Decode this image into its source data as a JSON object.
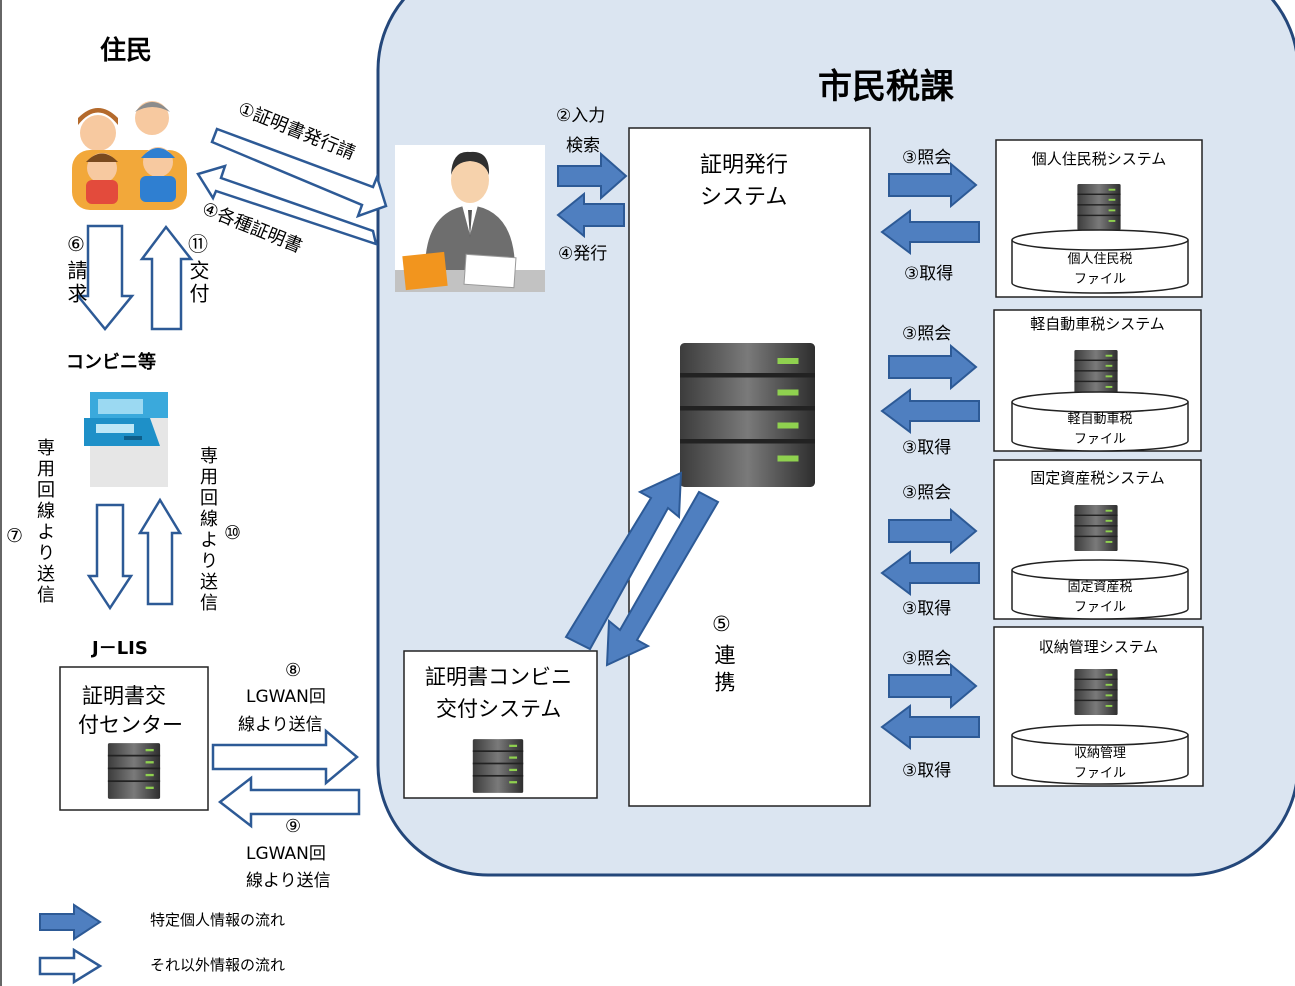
{
  "resident": {
    "title": "住民"
  },
  "office": {
    "title": "市民税課"
  },
  "steps": {
    "s1": "①証明書発行請",
    "s4a": "④各種証明書",
    "s2a": "②入力",
    "s2b": "検索",
    "s4b": "④発行",
    "s6num": "⑥",
    "s6text": "請求",
    "s11num": "⑪",
    "s11text": "交付",
    "s7num": "⑦",
    "s7text": "専用回線より送信",
    "s10num": "⑩",
    "s10text": "専用回線より送信",
    "s5num": "⑤",
    "s5text": "連携",
    "s8num": "⑧",
    "s8a": "LGWAN回",
    "s8b": "線より送信",
    "s9num": "⑨",
    "s9a": "LGWAN回",
    "s9b": "線より送信"
  },
  "conbini": {
    "label": "コンビニ等"
  },
  "jlis": {
    "label": "J－LIS",
    "center_line1": "証明書交",
    "center_line2": "付センター"
  },
  "issue_system": {
    "line1": "証明発行",
    "line2": "システム"
  },
  "conbini_system": {
    "line1": "証明書コンビニ",
    "line2": "交付システム"
  },
  "query_label": "③照会",
  "get_label": "③取得",
  "systems": [
    {
      "name": "個人住民税システム",
      "file1": "個人住民税",
      "file2": "ファイル"
    },
    {
      "name": "軽自動車税システム",
      "file1": "軽自動車税",
      "file2": "ファイル"
    },
    {
      "name": "固定資産税システム",
      "file1": "固定資産税",
      "file2": "ファイル"
    },
    {
      "name": "収納管理システム",
      "file1": "収納管理",
      "file2": "ファイル"
    }
  ],
  "legend": {
    "specific": "特定個人情報の流れ",
    "other": "それ以外情報の流れ"
  },
  "colors": {
    "arrow_fill": "#4f7fc0",
    "arrow_stroke": "#2d5a96",
    "office_bg": "#dbe5f1",
    "office_border": "#24477a"
  }
}
